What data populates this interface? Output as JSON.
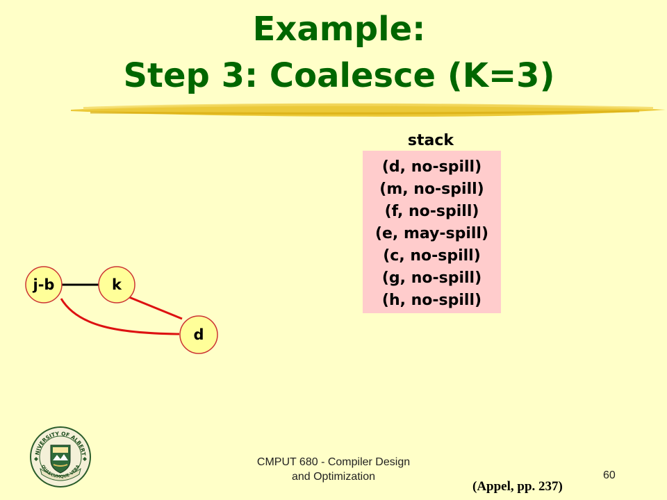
{
  "slide": {
    "title_line1": "Example:",
    "title_line2": "Step 3: Coalesce (K=3)",
    "title_color": "#006600",
    "background_color": "#ffffc8",
    "accent_stroke_color": "#e8c020"
  },
  "stack": {
    "label": "stack",
    "box_color": "#ffcccc",
    "items": [
      "(d, no-spill)",
      "(m, no-spill)",
      "(f, no-spill)",
      "(e, may-spill)",
      "(c, no-spill)",
      "(g, no-spill)",
      "(h, no-spill)"
    ]
  },
  "graph": {
    "node_fill": "#ffff99",
    "nodes": [
      {
        "id": "jb",
        "label": "j-b"
      },
      {
        "id": "k",
        "label": "k"
      },
      {
        "id": "d",
        "label": "d"
      }
    ],
    "edges": [
      {
        "from": "jb",
        "to": "k",
        "kind": "interference",
        "color": "#000000"
      },
      {
        "from": "k",
        "to": "d",
        "kind": "interference",
        "color": "#dd1111"
      },
      {
        "from": "jb",
        "to": "d",
        "kind": "interference",
        "color": "#dd1111"
      }
    ]
  },
  "logo": {
    "top_text": "UNIVERSITY OF ALBERTA",
    "bottom_text": "QUAECUMQUE VERA",
    "icon": "university-crest-icon"
  },
  "footer": {
    "course_line1": "CMPUT 680 - Compiler Design",
    "course_line2": "and Optimization",
    "page_number": "60",
    "citation": "(Appel, pp. 237)"
  }
}
